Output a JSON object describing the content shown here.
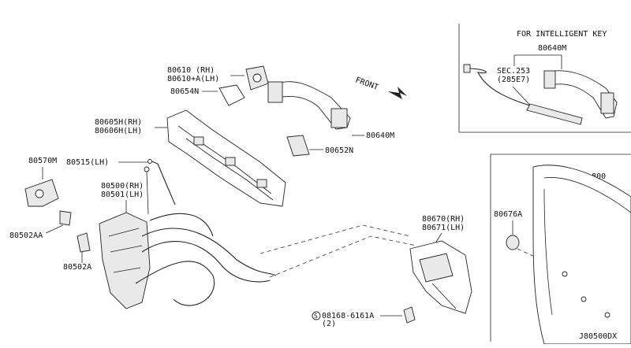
{
  "header": {
    "intelligent_key_note": "FOR INTELLIGENT KEY"
  },
  "direction": {
    "front": "FRONT"
  },
  "labels": {
    "p80610": "80610  (RH)",
    "p80610a": "80610+A(LH)",
    "p80654n": "80654N",
    "p80605h": "80605H(RH)",
    "p80606h": "80606H(LH)",
    "p80640m": "80640M",
    "p80640m_inset": "80640M",
    "p80652n": "80652N",
    "sec253": "SEC.253",
    "sec253_ref": "(285E7)",
    "p80570m": "80570M",
    "p80515": "80515(LH)",
    "p80500": "80500(RH)",
    "p80501": "80501(LH)",
    "p80502aa": "80502AA",
    "p80502a": "80502A",
    "p80670": "80670(RH)",
    "p80671": "80671(LH)",
    "sec800": "SEC.800",
    "p80676a": "80676A",
    "bolt_symbol": "S",
    "bolt": "08168-6161A",
    "bolt_qty": "(2)"
  },
  "footer": {
    "diagram_id": "J80500DX"
  }
}
